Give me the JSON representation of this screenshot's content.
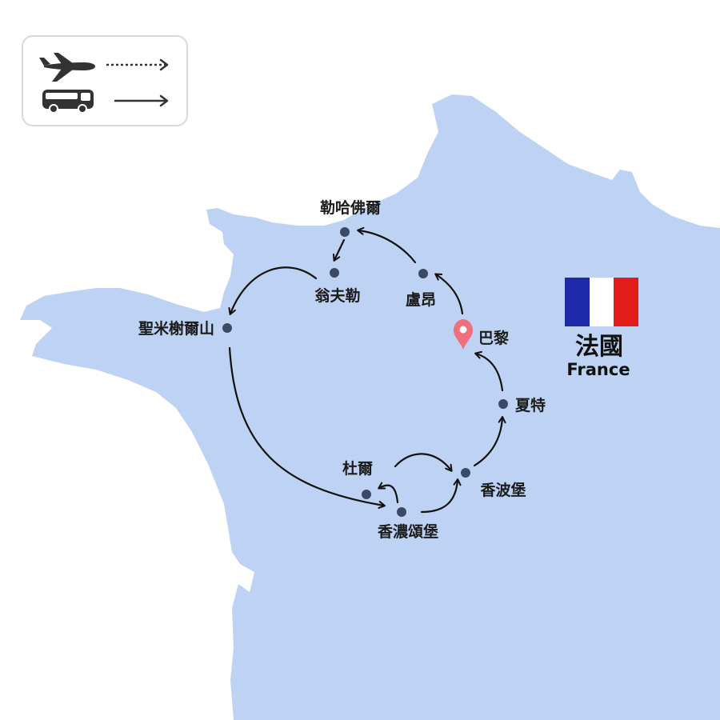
{
  "colors": {
    "land": "#bed3f3",
    "dot": "#3a4a66",
    "arrow": "#111111",
    "pin": "#ef6f7c",
    "flag_blue": "#1e2aa8",
    "flag_white": "#ffffff",
    "flag_red": "#e21b1b"
  },
  "legend": {
    "items": [
      {
        "icon": "airplane-icon",
        "line_style": "dashed-arrow"
      },
      {
        "icon": "bus-icon",
        "line_style": "solid-arrow"
      }
    ]
  },
  "country": {
    "name_zh": "法國",
    "name_en": "France",
    "flag": "france-flag"
  },
  "cities": {
    "le_havre": "勒哈佛爾",
    "honfleur": "翁夫勒",
    "rouen": "盧昂",
    "paris": "巴黎",
    "mont_saint_michel": "聖米榭爾山",
    "chartres": "夏特",
    "chambord": "香波堡",
    "tours": "杜爾",
    "chenonceau": "香濃頌堡"
  },
  "start_city_icon": "location-pin-icon"
}
